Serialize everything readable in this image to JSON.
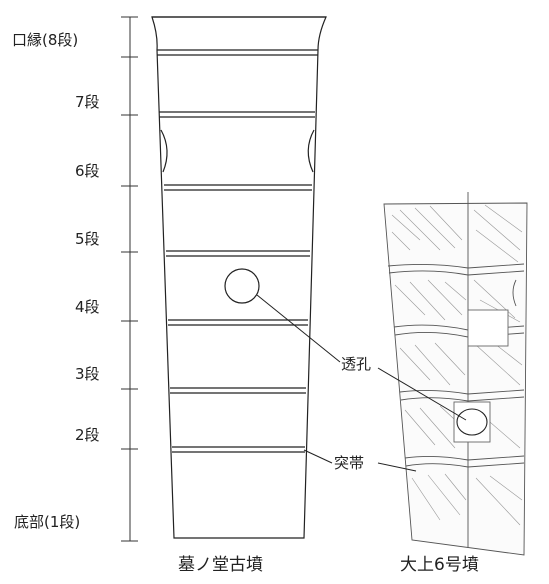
{
  "levels": [
    {
      "label": "口縁(8段)"
    },
    {
      "label": "7段"
    },
    {
      "label": "6段"
    },
    {
      "label": "5段"
    },
    {
      "label": "4段"
    },
    {
      "label": "3段"
    },
    {
      "label": "2段"
    },
    {
      "label": "底部(1段)"
    }
  ],
  "callouts": {
    "hole": "透孔",
    "band": "突帯"
  },
  "captions": {
    "left": "墓ノ堂古墳",
    "right": "大上6号墳"
  }
}
